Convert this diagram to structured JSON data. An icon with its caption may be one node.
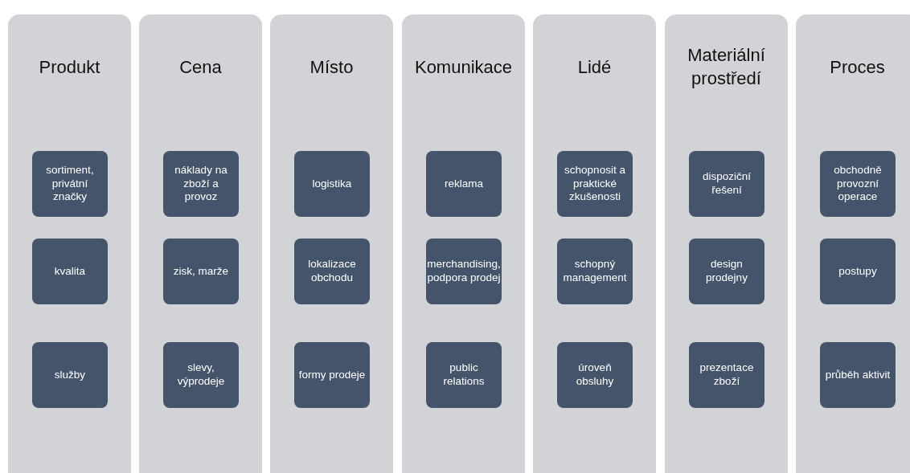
{
  "diagram": {
    "nodes": [
      {
        "text": [
          "Produkt"
        ]
      },
      {
        "text": [
          "sortiment, privátní značky"
        ],
        "in": 0
      },
      {
        "text": [
          "kvalita"
        ],
        "in": 0
      },
      {
        "text": [
          "služby"
        ],
        "in": 0
      },
      {
        "text": [
          "Cena"
        ]
      },
      {
        "text": [
          "náklady na zboží a provoz"
        ],
        "in": 4
      },
      {
        "text": [
          "zisk, marže"
        ],
        "in": 4
      },
      {
        "text": [
          "slevy, výprodeje"
        ],
        "in": 4
      },
      {
        "text": [
          "Místo"
        ]
      },
      {
        "text": [
          "logistika"
        ],
        "in": 8
      },
      {
        "text": [
          "lokalizace obchodu"
        ],
        "in": 8
      },
      {
        "text": [
          "formy prodeje"
        ],
        "in": 8
      },
      {
        "text": [
          "Komunikace"
        ]
      },
      {
        "text": [
          "reklama"
        ],
        "in": 12
      },
      {
        "text": [
          "merchandising, podpora prodej"
        ],
        "in": 12
      },
      {
        "text": [
          "public relations"
        ],
        "in": 12
      },
      {
        "text": [
          "Lidé"
        ]
      },
      {
        "text": [
          "schopnosit a praktické zkušenosti"
        ],
        "in": 16
      },
      {
        "text": [
          "schopný management"
        ],
        "in": 16
      },
      {
        "text": [
          "úroveň obsluhy"
        ],
        "in": 16
      },
      {
        "text": [
          "Materiální prostředí"
        ]
      },
      {
        "text": [
          "dispoziční řešení"
        ],
        "in": 20
      },
      {
        "text": [
          "design prodejny"
        ],
        "in": 20
      },
      {
        "text": [
          "prezentace zboží"
        ],
        "in": 20
      },
      {
        "text": [
          "Proces"
        ]
      },
      {
        "text": [
          "obchodně provozní operace"
        ],
        "in": 24
      },
      {
        "text": [
          "postupy"
        ],
        "in": 24
      },
      {
        "text": [
          "průběh aktivit"
        ],
        "in": 24
      }
    ]
  }
}
